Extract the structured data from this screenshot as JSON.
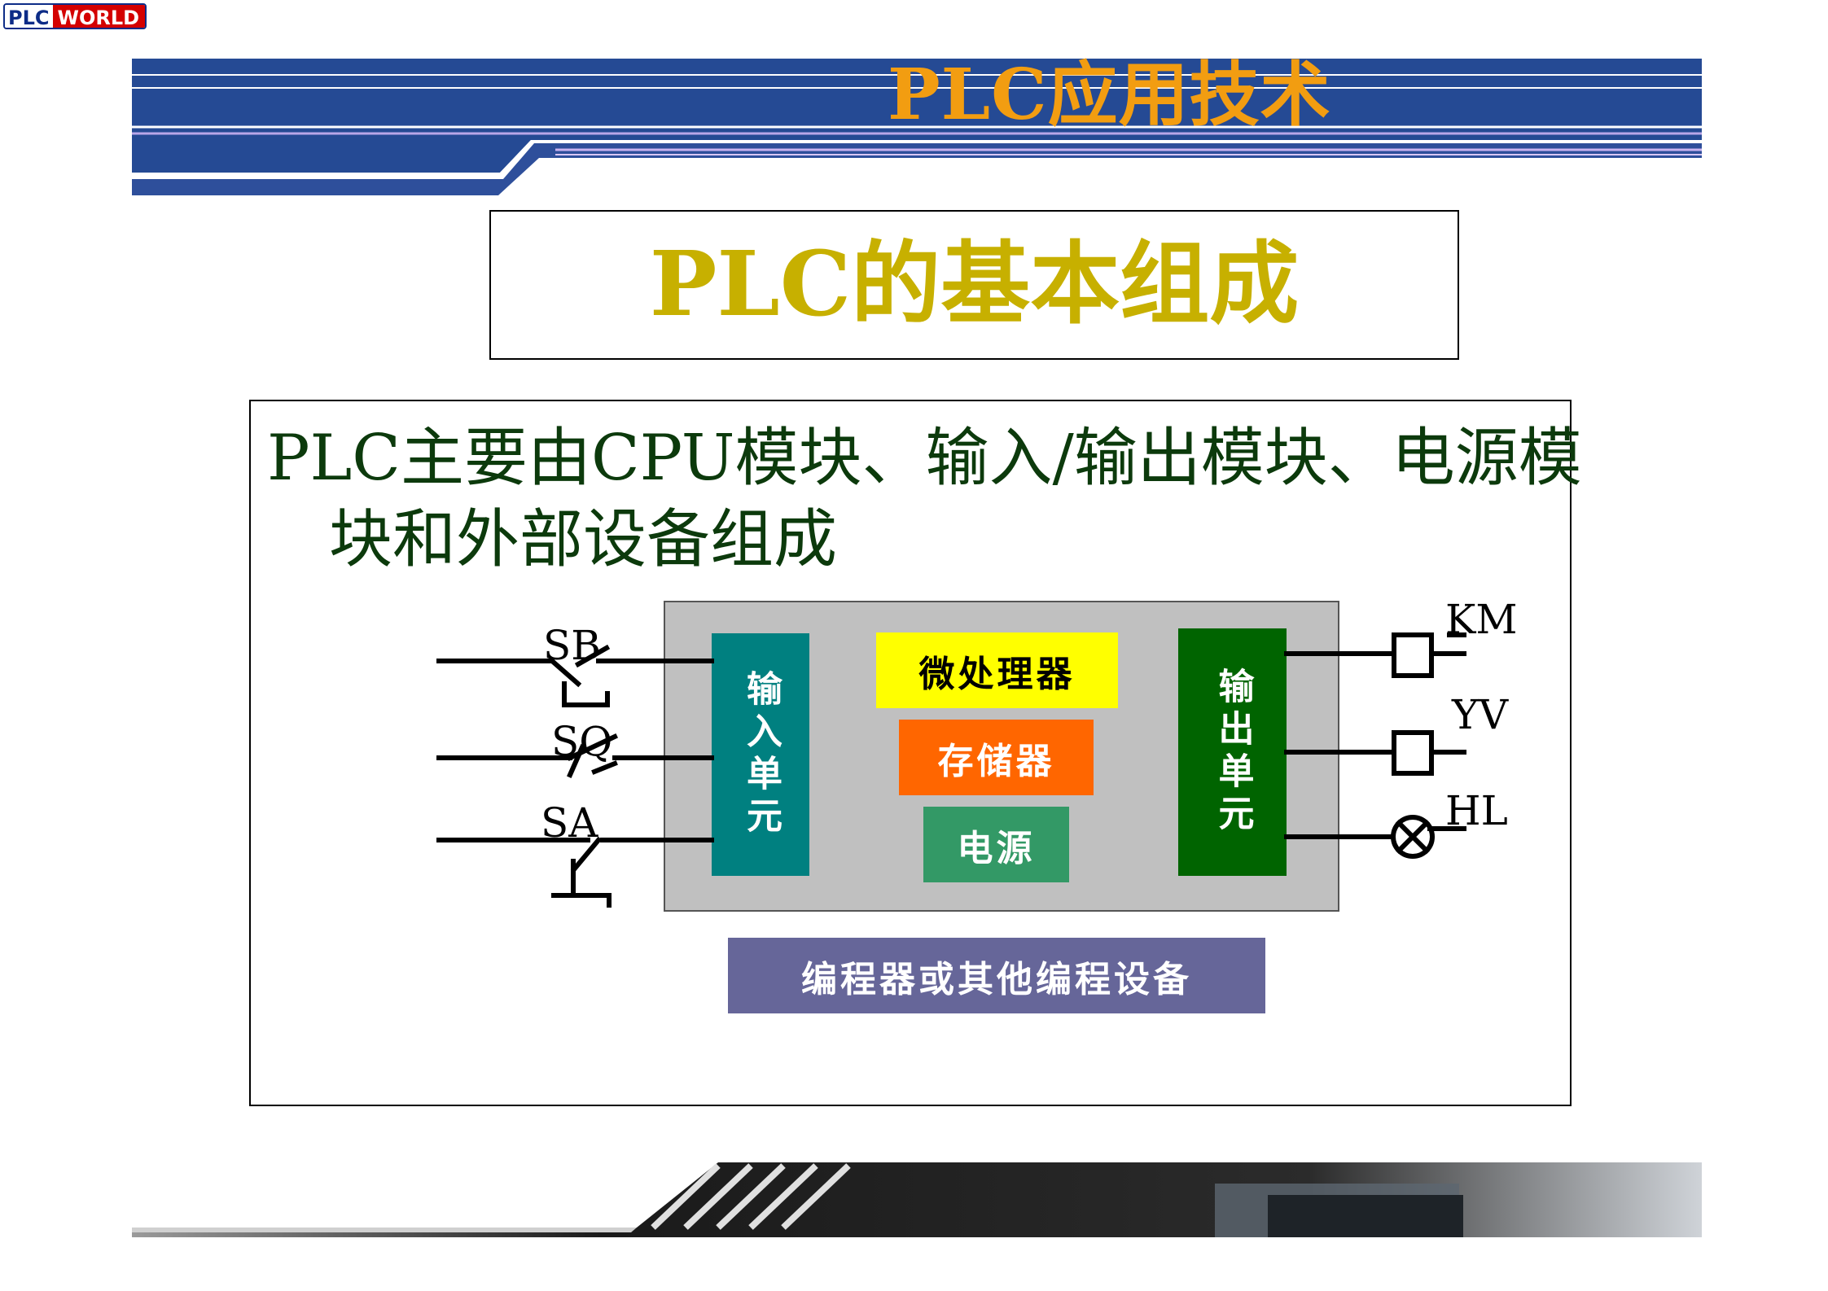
{
  "logo": {
    "part1": "PLC",
    "part2": "WORLD"
  },
  "header": {
    "title": "PLC应用技术"
  },
  "slide": {
    "title": "PLC的基本组成",
    "description": "PLC主要由CPU模块、输入/输出模块、电源模块和外部设备组成"
  },
  "diagram": {
    "input_unit": "输入单元",
    "output_unit": "输出单元",
    "cpu": "微处理器",
    "memory": "存储器",
    "power": "电源",
    "programmer": "编程器或其他编程设备",
    "inputs": [
      "SB",
      "SQ",
      "SA"
    ],
    "outputs": [
      "KM",
      "YV",
      "HL"
    ]
  },
  "colors": {
    "header_blue": "#254a94",
    "header_title": "#f29d11",
    "slide_title": "#c7b000",
    "description_text": "#0c3a0c",
    "input_unit": "#008080",
    "output_unit": "#006400",
    "cpu": "#ffff00",
    "memory": "#ff6600",
    "power": "#339966",
    "programmer": "#666699"
  }
}
